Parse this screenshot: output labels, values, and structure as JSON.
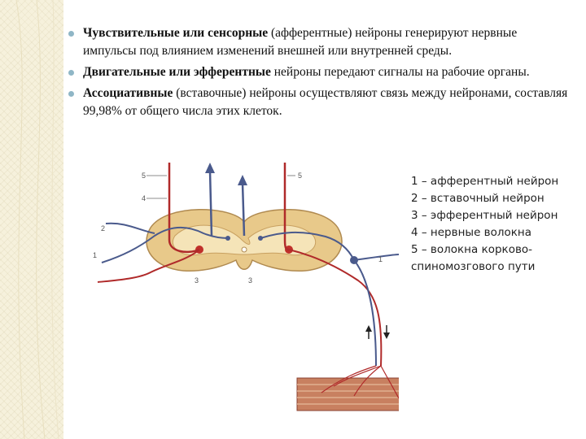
{
  "bullets": [
    {
      "bold": "Чувствительные или сенсорные",
      "rest": " (афферентные) нейроны генерируют нервные импульсы под влиянием изменений внешней или внутренней среды."
    },
    {
      "bold": "Двигательные или эфферентные",
      "rest": " нейроны передают сигналы на рабочие органы."
    },
    {
      "bold": "Ассоциативные",
      "rest": " (вставочные) нейроны осуществляют связь между нейронами, составляя 99,98% от общего числа этих клеток."
    }
  ],
  "legend": [
    "1 – афферентный нейрон",
    "2 – вставочный нейрон",
    "3 – эфферентный нейрон",
    "4 – нервные волокна",
    "5 – волокна корково-спиномозгового пути"
  ],
  "diagram_labels": {
    "l5_left": "5",
    "l5_right": "5",
    "l4": "4",
    "l2": "2",
    "l1_left": "1",
    "l1_right": "1",
    "l3_left": "3",
    "l3_right": "3"
  },
  "colors": {
    "bullet": "#8fb6c6",
    "red_fiber": "#b02a2a",
    "blue_fiber": "#4a5a8c",
    "cord_outer": "#e8c98a",
    "cord_inner": "#f5e4b8"
  }
}
